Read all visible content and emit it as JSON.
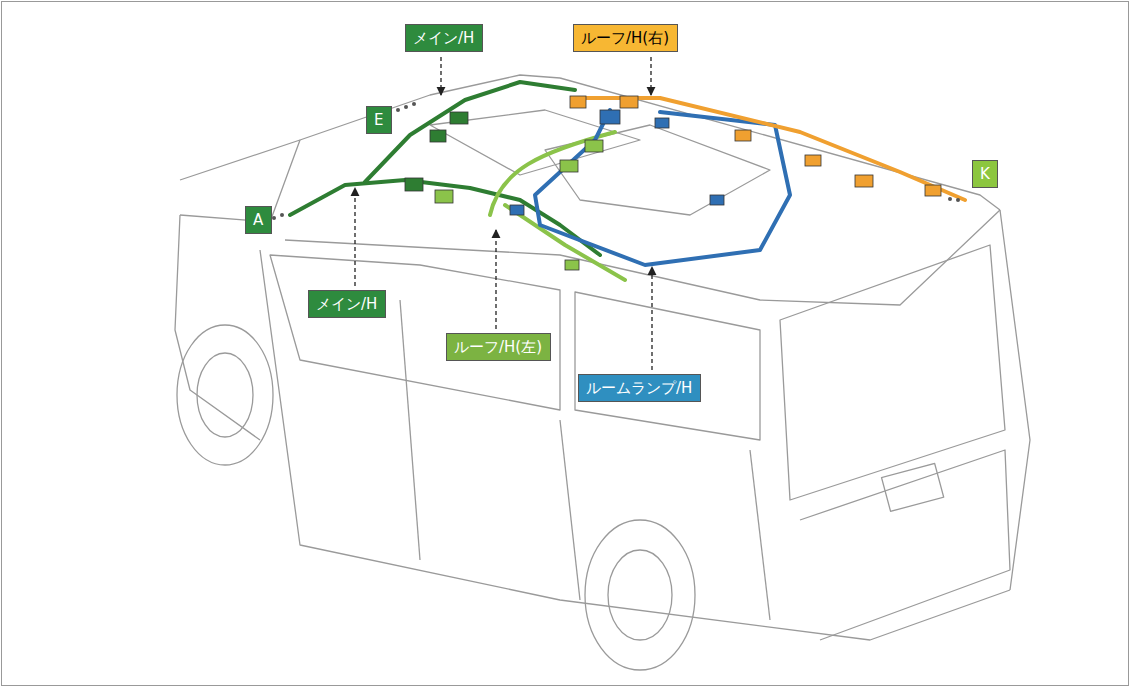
{
  "diagram": {
    "nodes": [
      {
        "text": [
          "メイン/H"
        ]
      },
      {
        "text": [
          "ルーフ/H(右)"
        ]
      },
      {
        "text": [
          "E"
        ]
      },
      {
        "text": [
          "K"
        ]
      },
      {
        "text": [
          "A"
        ]
      },
      {
        "text": [
          "メイン/H"
        ]
      },
      {
        "text": [
          "ルーフ/H(左)"
        ]
      },
      {
        "text": [
          "ルームランプ/H"
        ]
      }
    ]
  }
}
